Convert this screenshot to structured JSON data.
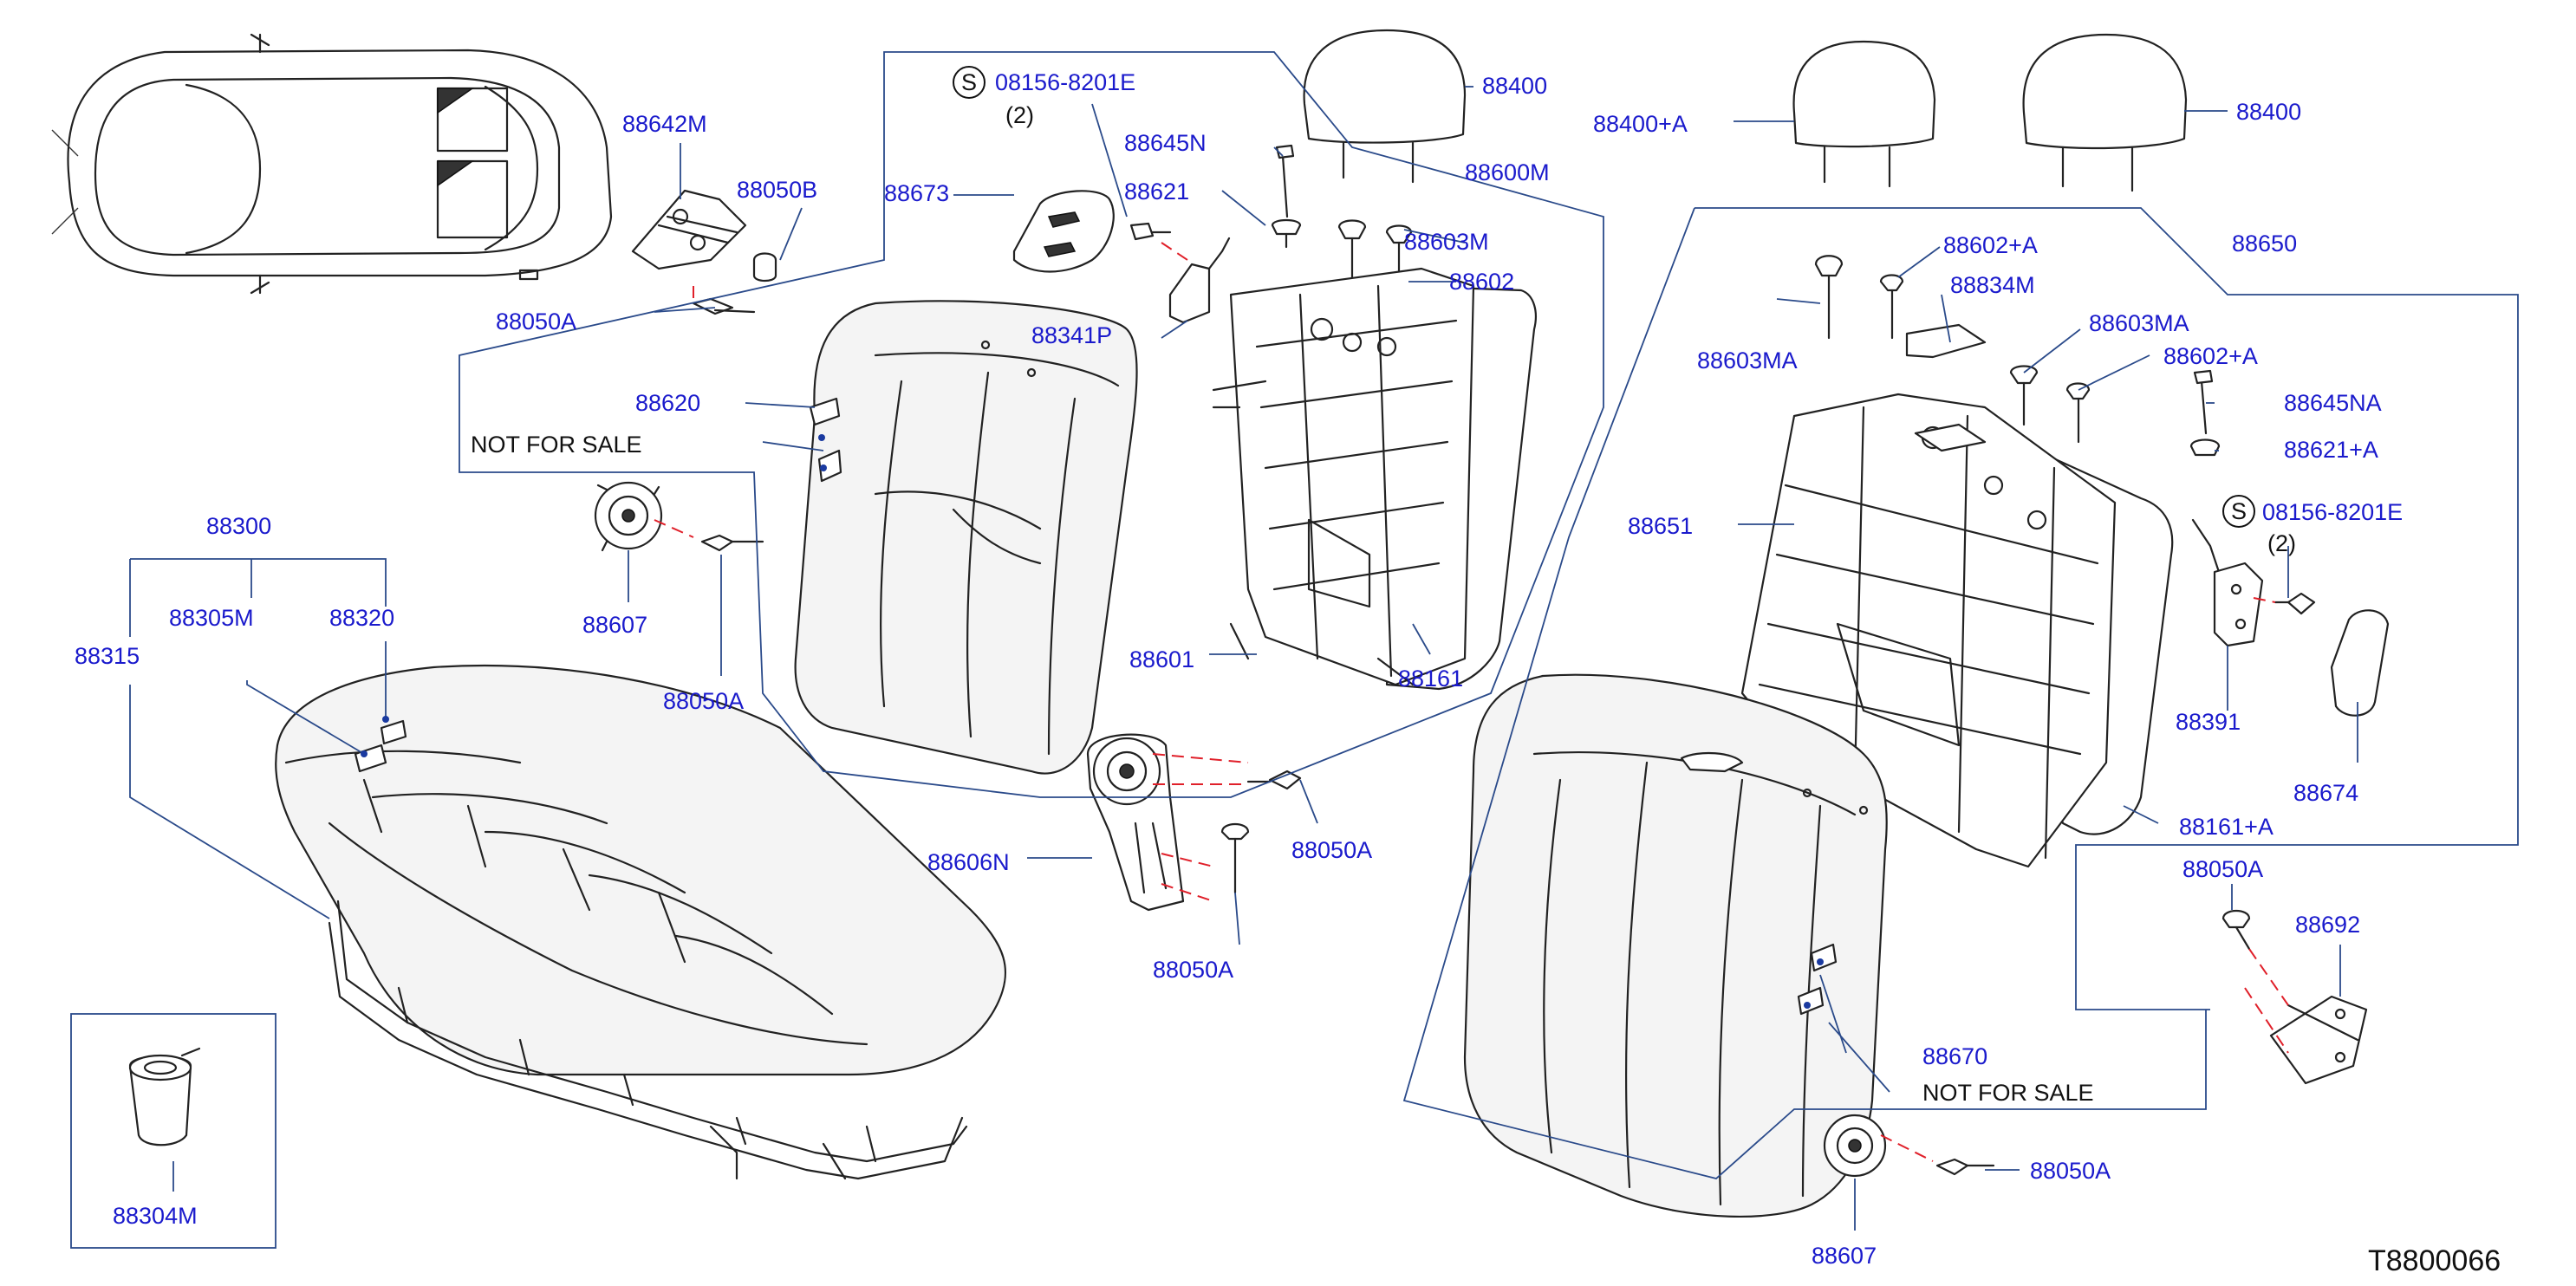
{
  "diagram_code": "T8800066",
  "callouts": {
    "c88642M": "88642M",
    "c88050B": "88050B",
    "c88050A_tl": "88050A",
    "c08156_top": "08156-8201E",
    "c08156_top_qty": "(2)",
    "c88645N": "88645N",
    "c88673": "88673",
    "c88621": "88621",
    "c88400_center": "88400",
    "c88600M": "88600M",
    "c88603M": "88603M",
    "c88602": "88602",
    "c88341P": "88341P",
    "c88620": "88620",
    "not_for_sale_left": "NOT  FOR  SALE",
    "c88607_left": "88607",
    "c88050A_left": "88050A",
    "c88601": "88601",
    "c88161": "88161",
    "c88300": "88300",
    "c88305M": "88305M",
    "c88320": "88320",
    "c88315": "88315",
    "c88606N": "88606N",
    "c88050A_mid1": "88050A",
    "c88050A_mid2": "88050A",
    "c88304M": "88304M",
    "c88400A": "88400+A",
    "c88400_right": "88400",
    "c88650": "88650",
    "c88602A_1": "88602+A",
    "c88834M": "88834M",
    "c88603MA_1": "88603MA",
    "c88603MA_2": "88603MA",
    "c88602A_2": "88602+A",
    "c88645NA": "88645NA",
    "c88621A": "88621+A",
    "c08156_right": "08156-8201E",
    "c08156_right_qty": "(2)",
    "c88651": "88651",
    "c88391": "88391",
    "c88674": "88674",
    "c88161A": "88161+A",
    "c88050A_right1": "88050A",
    "c88692": "88692",
    "c88670": "88670",
    "not_for_sale_right": "NOT  FOR  SALE",
    "c88050A_right2": "88050A",
    "c88607_right": "88607",
    "s_symbol_top": "S",
    "s_symbol_right": "S"
  }
}
